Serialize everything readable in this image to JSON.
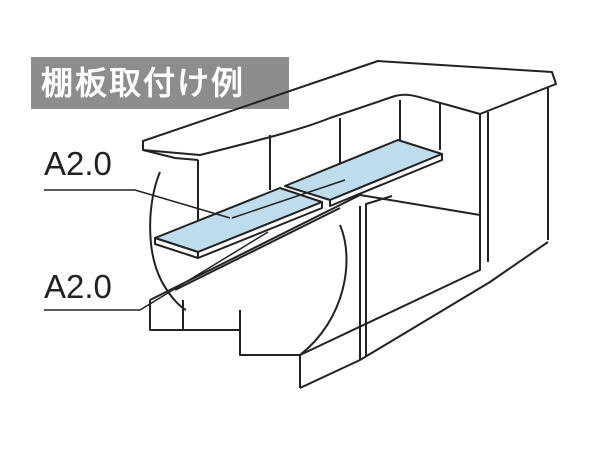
{
  "title": "棚板取付け例",
  "callouts": {
    "top_label": "A2.0",
    "bottom_label": "A2.0"
  },
  "colors": {
    "shelf_fill": "#bfdcec",
    "title_bg": "#8d8d8d",
    "line": "#222222"
  }
}
